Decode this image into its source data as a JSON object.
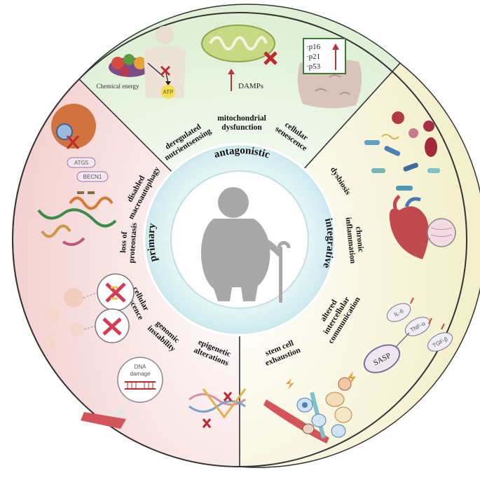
{
  "center": {
    "ring_labels": {
      "top": "antagonistic",
      "left": "primary",
      "right": "integrative"
    }
  },
  "sectors": {
    "antagonistic": {
      "labels": [
        "deregulated",
        "nutrientsensing",
        "mitochondrial",
        "dysfunction",
        "cellular",
        "senescence"
      ]
    },
    "primary": {
      "labels": [
        "disabled",
        "macroautophagy",
        "loss of",
        "proteostasis",
        "cellular",
        "senescence",
        "genomic",
        "instability",
        "epigenetic",
        "alterations"
      ]
    },
    "integrative": {
      "labels": [
        "dysbiosis",
        "chronic",
        "inflammation",
        "altered",
        "intercellular",
        "communication",
        "stem cell",
        "exhaustion"
      ]
    }
  },
  "illustrations": {
    "chemical_energy": "Chemical energy",
    "atp": "ATP",
    "damps": "DAMPs",
    "senescence_markers": [
      "·p16",
      "·p21",
      "·p53"
    ],
    "autophagy_genes": [
      "ATG5",
      "BECN1"
    ],
    "dna_damage": [
      "DNA",
      "damage"
    ],
    "sasp": "SASP",
    "cytokines": [
      "IL-6",
      "TNF-α",
      "TGF-β"
    ]
  },
  "colors": {
    "antagonistic": "#e6f3df",
    "primary": "#f6dede",
    "integrative": "#f6f2d3",
    "ring": "#d6eef0"
  }
}
